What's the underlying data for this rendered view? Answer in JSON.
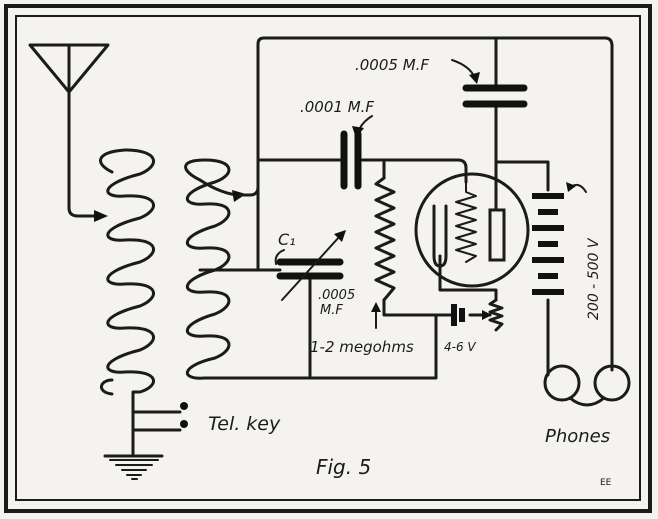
{
  "labels": {
    "cap_0005_top": ".0005 M.F",
    "cap_0001": ".0001 M.F",
    "var_cap": "C₁",
    "var_cap_value_1": ".0005",
    "var_cap_value_2": "M.F",
    "grid_leak": "1-2 megohms",
    "filament_battery": "4-6 V",
    "plate_battery": "200 - 500 V",
    "tel_key": "Tel. key",
    "phones": "Phones",
    "figure": "Fig. 5",
    "initials": "EE"
  }
}
